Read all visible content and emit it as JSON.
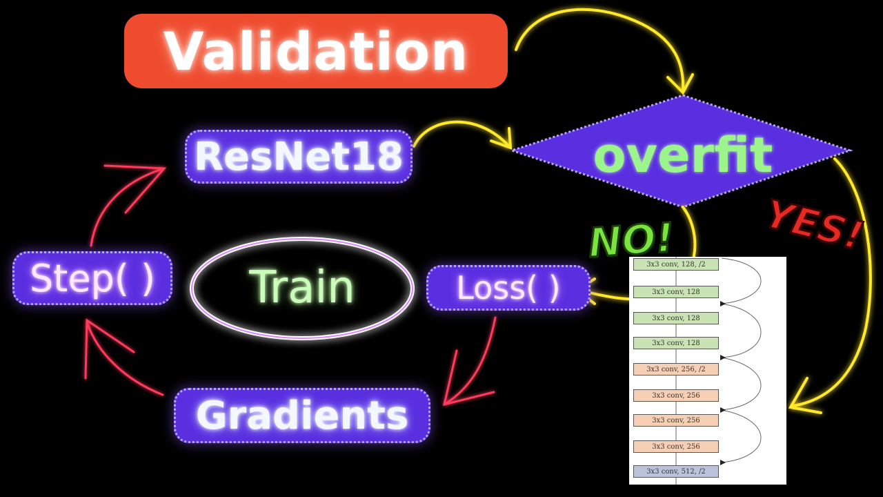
{
  "nodes": {
    "validation": "Validation",
    "resnet": "ResNet18",
    "overfit": "overfit",
    "train": "Train",
    "loss": "Loss( )",
    "step": "Step( )",
    "gradients": "Gradients"
  },
  "decisions": {
    "no": "NO!",
    "yes": "YES!"
  },
  "architecture": {
    "layers": [
      {
        "label": "3x3 conv, 128, /2",
        "kind": "green"
      },
      {
        "label": "3x3 conv, 128",
        "kind": "green"
      },
      {
        "label": "3x3 conv, 128",
        "kind": "green"
      },
      {
        "label": "3x3 conv, 128",
        "kind": "green"
      },
      {
        "label": "3x3 conv, 256, /2",
        "kind": "orange"
      },
      {
        "label": "3x3 conv, 256",
        "kind": "orange"
      },
      {
        "label": "3x3 conv, 256",
        "kind": "orange"
      },
      {
        "label": "3x3 conv, 256",
        "kind": "orange"
      },
      {
        "label": "3x3 conv, 512, /2",
        "kind": "blue"
      }
    ]
  },
  "colors": {
    "yellow_arrow": "#ffe92a",
    "red_arrow": "#ff3a5c",
    "purple_fill": "#5a2fe0",
    "validation_fill": "#ef4c2f"
  }
}
